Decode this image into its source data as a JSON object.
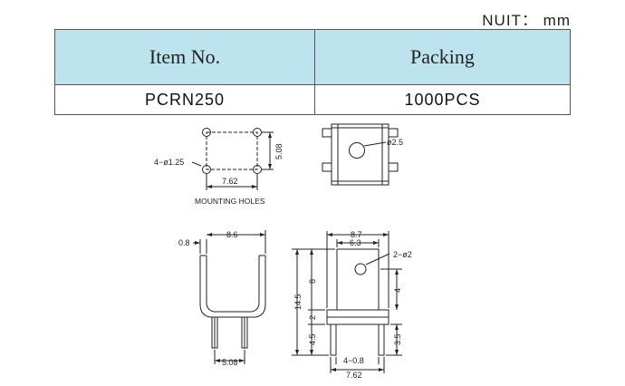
{
  "unit_label": "NUIT： mm",
  "table": {
    "headers": [
      "Item No.",
      "Packing"
    ],
    "row": [
      "PCRN250",
      "1000PCS"
    ]
  },
  "drawing": {
    "mounting_holes_label": "MOUNTING HOLES",
    "hole_dia": "4−ø1.25",
    "hole_pitch_v": "5.08",
    "hole_pitch_h": "7.62",
    "top_hole_dia": "ø2.5",
    "side_thickness": "0.8",
    "side_width": "8.6",
    "side_pin_pitch": "5.08",
    "front_total_width": "8.7",
    "front_inner_width": "6.3",
    "front_holes": "2−ø2",
    "front_total_height": "14.5",
    "front_tab_height": "8",
    "front_dim_2": "2",
    "front_dim_4": "4",
    "front_pin_length": "4.5",
    "front_pin_length_r": "3.5",
    "front_pin_width": "4−0.8",
    "front_pin_pitch": "7.62"
  }
}
